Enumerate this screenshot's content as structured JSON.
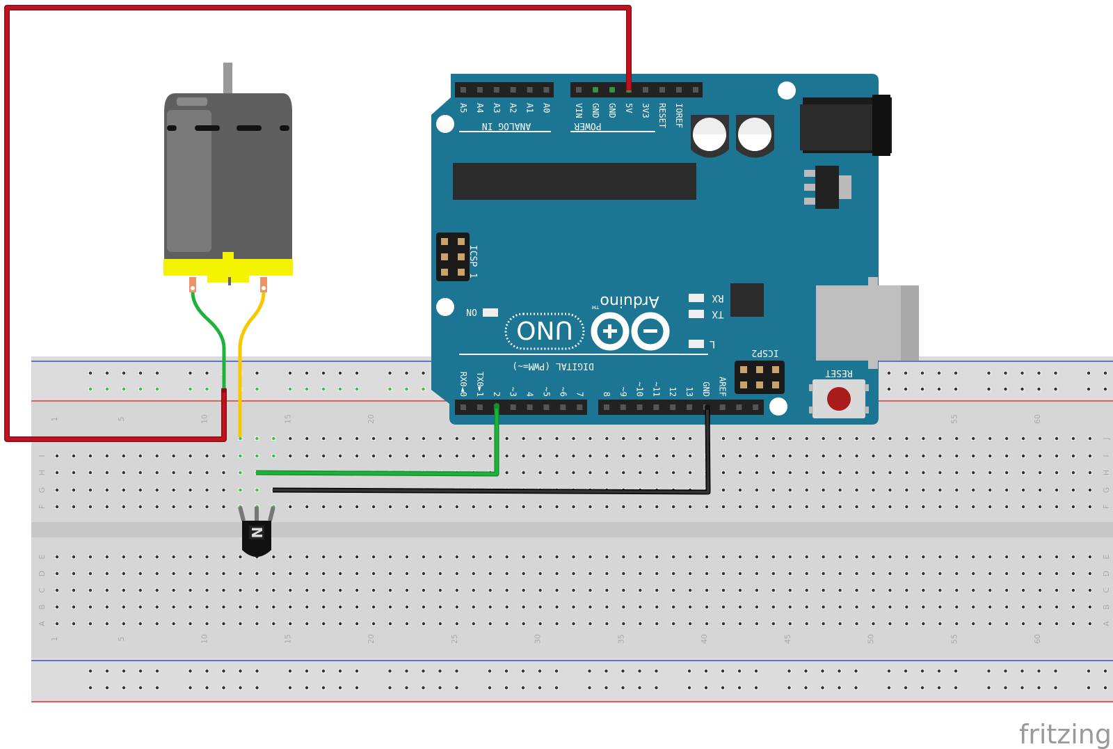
{
  "breadboard": {
    "row_letters_top": [
      "J",
      "I",
      "H",
      "G",
      "F"
    ],
    "row_letters_bottom": [
      "E",
      "D",
      "C",
      "B",
      "A"
    ],
    "column_numbers": [
      "1",
      "5",
      "10",
      "15",
      "20",
      "25",
      "30",
      "35",
      "40",
      "45",
      "50",
      "55",
      "60"
    ]
  },
  "arduino": {
    "analog_header_title": "ANALOG IN",
    "analog_pins": [
      "A5",
      "A4",
      "A3",
      "A2",
      "A1",
      "A0"
    ],
    "power_header_title": "POWER",
    "power_pins": [
      "VIN",
      "GND",
      "GND",
      "5V",
      "3V3",
      "RESET",
      "IOREF"
    ],
    "digital_header_title": "DIGITAL (PWM=~)",
    "digital_pins_left": [
      "RX0◄0",
      "TX0►1",
      "2",
      "~3",
      "4",
      "~5",
      "~6",
      "7"
    ],
    "digital_pins_right": [
      "8",
      "~9",
      "~10",
      "~11",
      "12",
      "13",
      "GND",
      "AREF"
    ],
    "icsp_label": "ICSP",
    "icsp_pin1": "1",
    "icsp2_label": "ICSP2",
    "reset_label": "RESET",
    "on_label": "ON",
    "rx_label": "RX",
    "tx_label": "TX",
    "l_label": "L",
    "brand_name": "Arduino",
    "tm": "TM",
    "model": "UNO"
  },
  "transistor": {
    "marking": "N"
  },
  "brand": "fritzing",
  "colors": {
    "board_blue": "#1b7593",
    "wire_red": "#c1121f",
    "wire_green": "#1db33b",
    "wire_yellow": "#f5c800",
    "wire_black": "#222222",
    "motor_grey": "#5f5f5f",
    "motor_yellow": "#f4f400"
  }
}
